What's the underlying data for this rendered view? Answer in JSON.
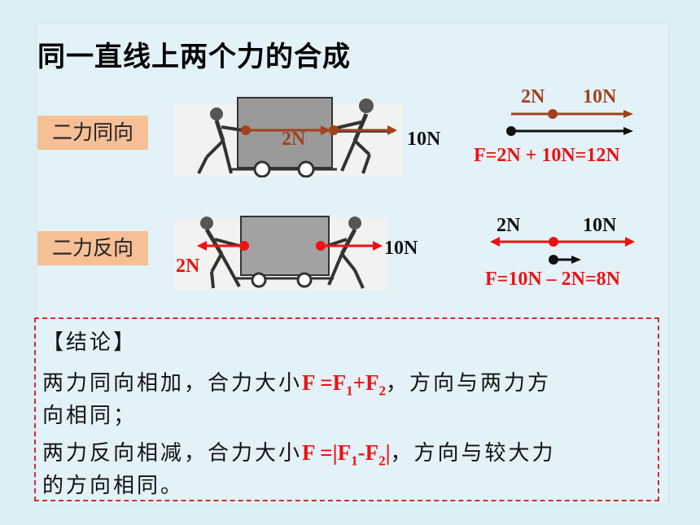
{
  "title": "同一直线上两个力的合成",
  "same_direction": {
    "tag": "二力同向",
    "left_force": "2N",
    "right_force": "10N",
    "diagram_top_left": "2N",
    "diagram_top_right": "10N",
    "result": "F=2N + 10N=12N"
  },
  "opposite_direction": {
    "tag": "二力反向",
    "left_force": "2N",
    "right_force": "10N",
    "diagram_top_left": "2N",
    "diagram_top_right": "10N",
    "result": "F=10N – 2N=8N"
  },
  "conclusion": {
    "heading": "【结论】",
    "line1_prefix": "两力同向相加，合力大小",
    "line1_formula_a": "F =F",
    "line1_sub1": "1",
    "line1_formula_b": "+F",
    "line1_sub2": "2",
    "line1_suffix": "，方向与两力方",
    "line2": "向相同；",
    "line3_prefix": "两力反向相减，合力大小",
    "line3_formula_a": "F =|F",
    "line3_sub1": "1",
    "line3_formula_b": "-F",
    "line3_sub2": "2",
    "line3_formula_c": "|",
    "line3_suffix": "，方向与较大力",
    "line4": "的方向相同。"
  },
  "colors": {
    "force_red": "#ee1111",
    "force_brown": "#a0421b",
    "tag_bg": "#f6bf96",
    "border_red": "#d03030"
  }
}
